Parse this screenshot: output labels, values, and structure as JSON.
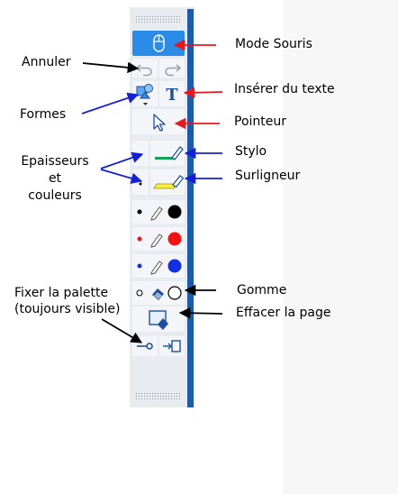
{
  "labels": {
    "mode_souris": "Mode Souris",
    "annuler": "Annuler",
    "inserer_texte": "Insérer du texte",
    "formes": "Formes",
    "pointeur": "Pointeur",
    "stylo": "Stylo",
    "epaisseurs_l1": "Epaisseurs",
    "epaisseurs_l2": "et",
    "epaisseurs_l3": "couleurs",
    "surligneur": "Surligneur",
    "gomme": "Gomme",
    "fixer_l1": "Fixer la palette",
    "fixer_l2": "(toujours visible)",
    "effacer_page": "Effacer la page"
  },
  "colors": {
    "arrow_red": "#e8191e",
    "arrow_blue": "#1420d2",
    "arrow_black": "#000000",
    "palette_bg": "#e8ebef",
    "palette_rail": "#1f5aa6",
    "selected_button": "#2a8ce6",
    "pen_black": "#000000",
    "pen_red": "#ef1313",
    "pen_blue": "#1230e0",
    "stylo_green": "#17a05a",
    "highlighter_yellow": "#fff03a"
  },
  "icons": {
    "mouse": "mouse-icon",
    "undo": "undo-icon",
    "redo": "redo-icon",
    "shapes": "shapes-icon",
    "text": "text-icon",
    "pointer": "pointer-icon",
    "pen": "pen-icon",
    "highlighter": "highlighter-icon",
    "eraser": "eraser-icon",
    "clear_page": "clear-page-icon",
    "pin": "pin-icon",
    "dock": "dock-icon"
  },
  "text_button_glyph": "T"
}
